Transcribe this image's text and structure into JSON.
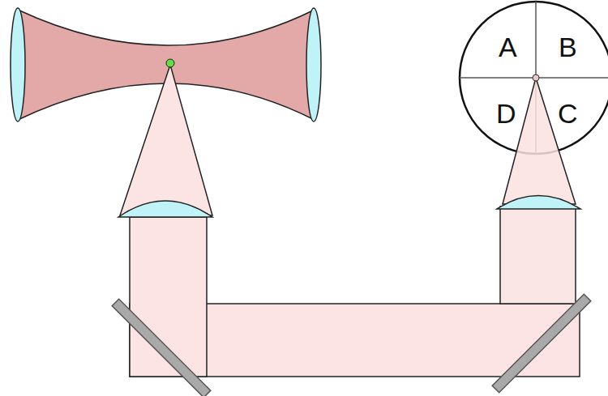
{
  "diagram": {
    "labels": [
      "A",
      "B",
      "D",
      "C"
    ]
  }
}
